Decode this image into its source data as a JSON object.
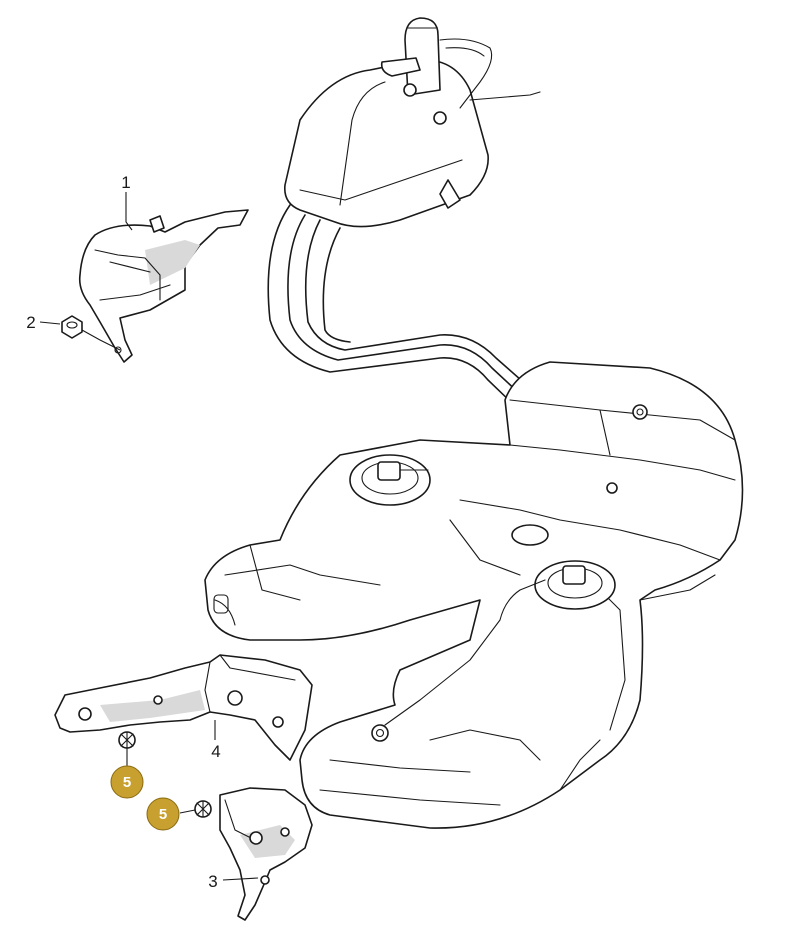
{
  "callouts": [
    {
      "id": "1",
      "label": "1",
      "highlighted": false
    },
    {
      "id": "2",
      "label": "2",
      "highlighted": false
    },
    {
      "id": "3",
      "label": "3",
      "highlighted": false
    },
    {
      "id": "4",
      "label": "4",
      "highlighted": false
    },
    {
      "id": "5a",
      "label": "5",
      "highlighted": true
    },
    {
      "id": "5b",
      "label": "5",
      "highlighted": true
    }
  ],
  "colors": {
    "highlight_badge": "#c8a030",
    "line": "#1a1a1a",
    "background": "#ffffff"
  }
}
